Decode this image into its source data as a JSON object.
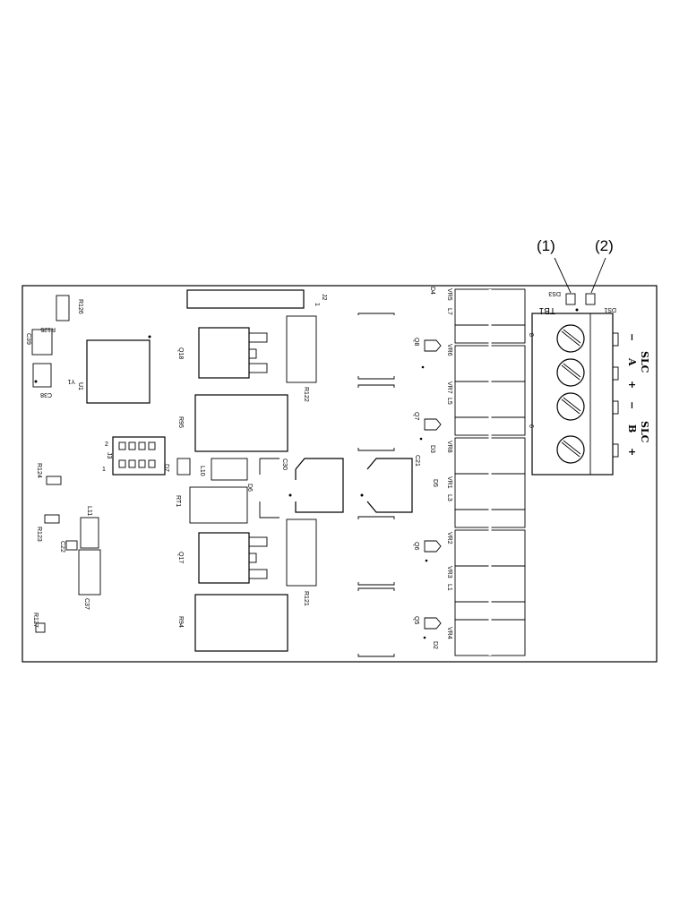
{
  "callouts": [
    "(1)",
    "(2)"
  ],
  "refdes": {
    "R126": "R126",
    "R125": "R125",
    "C39": "C39",
    "Y1": "Y1",
    "C38": "C38",
    "U1": "U1",
    "R124": "R124",
    "R123": "R123",
    "L11": "L11",
    "C22": "C22",
    "C37": "C37",
    "R127": "R127",
    "J3": "J3",
    "J3_pin2": "2",
    "J3_pin1": "1",
    "D7": "D7",
    "L10": "L10",
    "D6": "D6",
    "RT1": "RT1",
    "C30": "C30",
    "Q18": "Q18",
    "R95": "R95",
    "Q17": "Q17",
    "R94": "R94",
    "J2": "J2",
    "J2_pin1": "1",
    "R122": "R122",
    "R121": "R121",
    "Q8": "Q8",
    "Q7": "Q7",
    "Q6": "Q6",
    "Q5": "Q5",
    "D4": "D4",
    "D3": "D3",
    "D5": "D5",
    "D2": "D2",
    "C21": "C21",
    "VR5": "VR5",
    "VR6": "VR6",
    "VR7": "VR7",
    "VR8": "VR8",
    "VR1": "VR1",
    "VR2": "VR2",
    "VR3": "VR3",
    "VR4": "VR4",
    "L7": "L7",
    "L5": "L5",
    "L3": "L3",
    "L1": "L1",
    "L8": "8",
    "L6": "6",
    "DS3": "DS3",
    "DS1": "DS1",
    "TB1": "TB1"
  },
  "terminal_labels": {
    "minus_a": "−",
    "a": "A",
    "plus_a": "+",
    "minus_b": "−",
    "b": "B",
    "plus_b": "+",
    "slc_a": "SLC",
    "slc_b": "SLC"
  }
}
